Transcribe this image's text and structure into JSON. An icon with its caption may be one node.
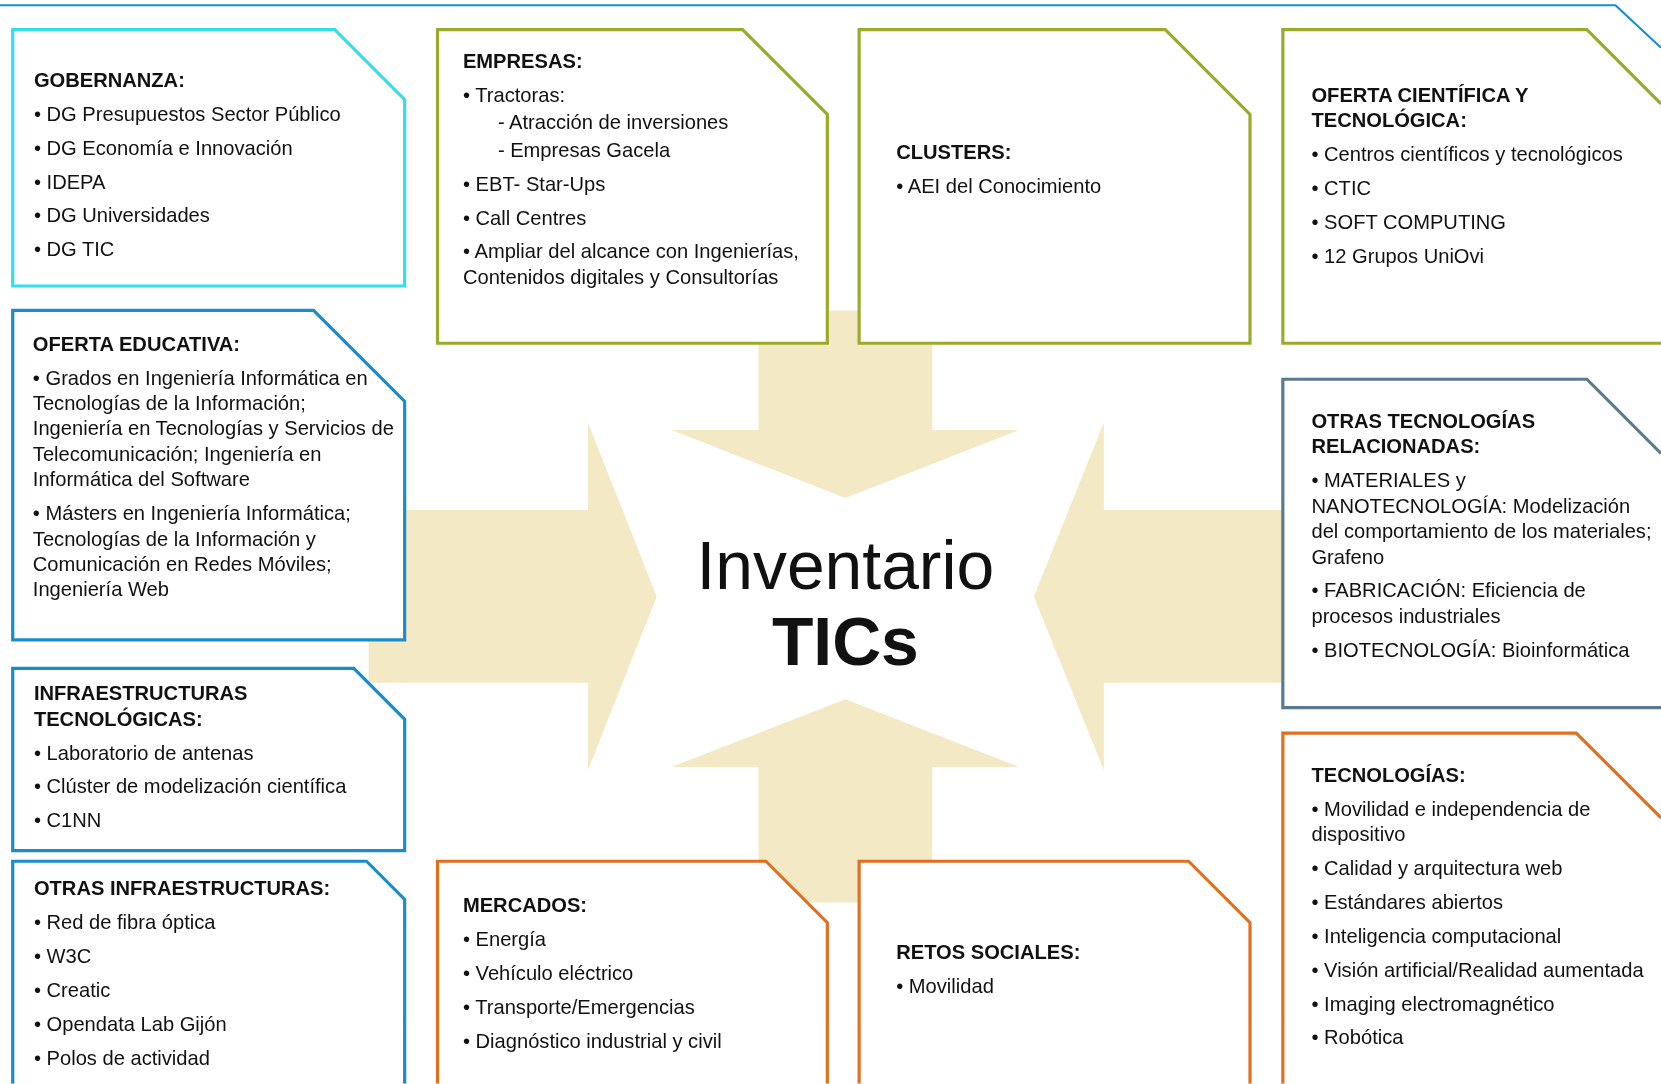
{
  "diagram": {
    "nodes": [
      {
        "text": [
          "GOBERNANZA:",
          "• DG Presupuestos Sector Público",
          "• DG Economía e Innovación",
          "• IDEPA",
          "• DG Universidades",
          "• DG TIC"
        ]
      },
      {
        "text": [
          "EMPRESAS:",
          "• Tractoras:",
          "- Atracción de inversiones",
          "- Empresas Gacela",
          "• EBT- Star-Ups",
          "• Call Centres",
          "• Ampliar del alcance con Ingenierías, Contenidos digitales  y Consultorías"
        ]
      },
      {
        "text": [
          "CLUSTERS:",
          "• AEI del Conocimiento"
        ]
      },
      {
        "text": [
          "OFERTA CIENTÍFICA Y TECNOLÓGICA:",
          "• Centros científicos y tecnológicos",
          "• CTIC",
          "• SOFT COMPUTING",
          "• 12 Grupos UniOvi"
        ]
      },
      {
        "text": [
          "OFERTA EDUCATIVA:",
          "• Grados en Ingeniería Informática en Tecnologías de la Información; Ingeniería en Tecnologías y Servicios de Telecomunicación; Ingeniería en Informática del Software",
          "• Másters en Ingeniería Informática; Tecnologías de la Información y Comunicación en Redes Móviles; Ingeniería Web"
        ]
      },
      {
        "text": [
          "OTRAS TECNOLOGÍAS RELACIONADAS:",
          "• MATERIALES y NANOTECNOLOGÍA: Modelización del comportamiento de los materiales; Grafeno",
          "• FABRICACIÓN: Eficiencia de procesos industriales",
          "• BIOTECNOLOGÍA: Bioinformática"
        ]
      },
      {
        "text": [
          "Inventario",
          "TICs"
        ]
      },
      {
        "text": [
          "INFRAESTRUCTURAS TECNOLÓGICAS:",
          "• Laboratorio de antenas",
          "• Clúster de modelización científica",
          "• C1NN"
        ]
      },
      {
        "text": [
          "OTRAS INFRAESTRUCTURAS:",
          "• Red de fibra óptica",
          "• W3C",
          "• Creatic",
          "• Opendata Lab Gijón",
          "• Polos de actividad"
        ]
      },
      {
        "text": [
          "MERCADOS:",
          "• Energía",
          "• Vehículo eléctrico",
          "• Transporte/Emergencias",
          "• Diagnóstico industrial y civil"
        ]
      },
      {
        "text": [
          "RETOS SOCIALES:",
          "• Movilidad"
        ]
      },
      {
        "text": [
          "TECNOLOGÍAS:",
          "• Movilidad e independencia de dispositivo",
          "• Calidad y arquitectura web",
          "• Estándares abiertos",
          "• Inteligencia computacional",
          "• Visión artificial/Realidad aumentada",
          "• Imaging electromagnético",
          "• Robótica"
        ]
      }
    ],
    "edges": [
      {
        "from": null,
        "to": 6,
        "arrow": "to",
        "style": "thick",
        "color": "#f3e9c4"
      },
      {
        "from": null,
        "to": 6,
        "arrow": "to",
        "style": "thick",
        "color": "#f3e9c4"
      },
      {
        "from": null,
        "to": 6,
        "arrow": "to",
        "style": "thick",
        "color": "#f3e9c4"
      },
      {
        "from": null,
        "to": 6,
        "arrow": "to",
        "style": "thick",
        "color": "#f3e9c4"
      }
    ]
  }
}
